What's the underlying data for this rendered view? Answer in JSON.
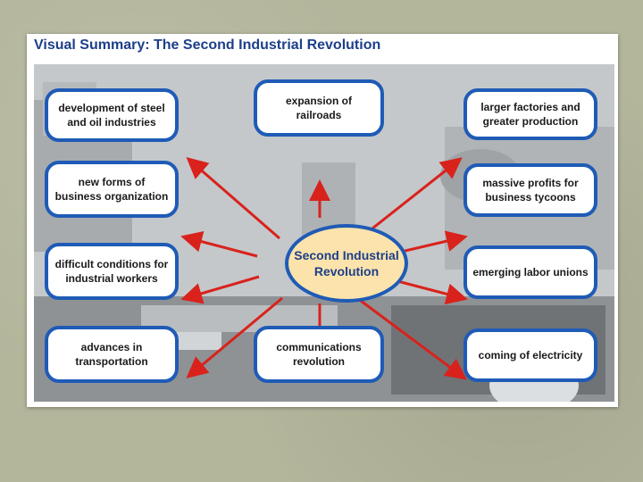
{
  "title": {
    "part1": "Visual Summary:",
    "part2": "The Second Industrial Revolution"
  },
  "center": {
    "line1": "Second Industrial",
    "line2": "Revolution"
  },
  "boxes": {
    "steel_oil": [
      "development of steel",
      "and oil industries"
    ],
    "railroads": [
      "expansion of railroads"
    ],
    "factories": [
      "larger factories and",
      "greater production"
    ],
    "business_org": [
      "new forms of",
      "business organization"
    ],
    "profits": [
      "massive profits for",
      "business tycoons"
    ],
    "conditions": [
      "difficult conditions for",
      "industrial workers"
    ],
    "labor_unions": [
      "emerging labor unions"
    ],
    "transportation": [
      "advances in",
      "transportation"
    ],
    "communications": [
      "communications",
      "revolution"
    ],
    "electricity": [
      "coming of electricity"
    ]
  },
  "colors": {
    "accent": "#1f5bb6",
    "arrow": "#d9221c",
    "center_fill": "#fbe3ab",
    "title": "#1d3f8a"
  }
}
